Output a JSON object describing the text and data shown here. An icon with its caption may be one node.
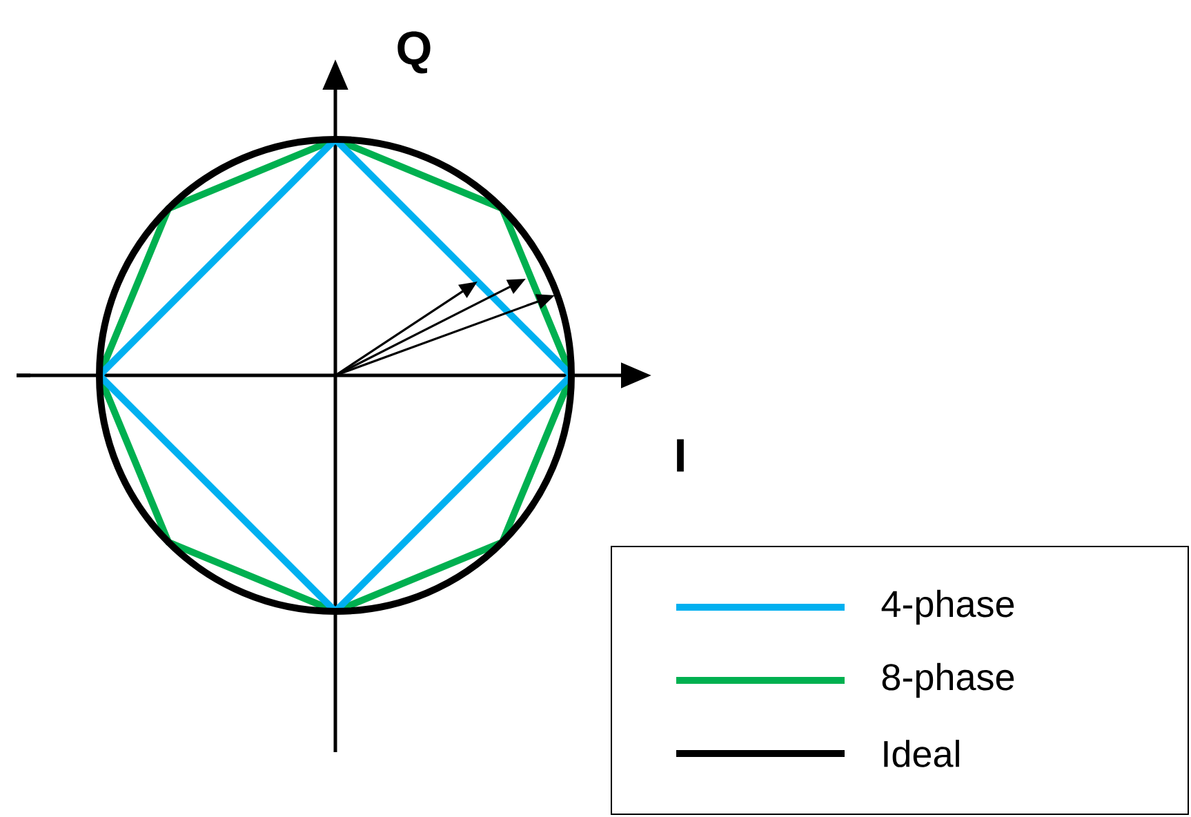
{
  "diagram": {
    "labels": [
      "Q",
      "I"
    ],
    "legend": [
      {
        "text": "4-phase"
      },
      {
        "text": "8-phase"
      },
      {
        "text": "Ideal"
      }
    ]
  }
}
